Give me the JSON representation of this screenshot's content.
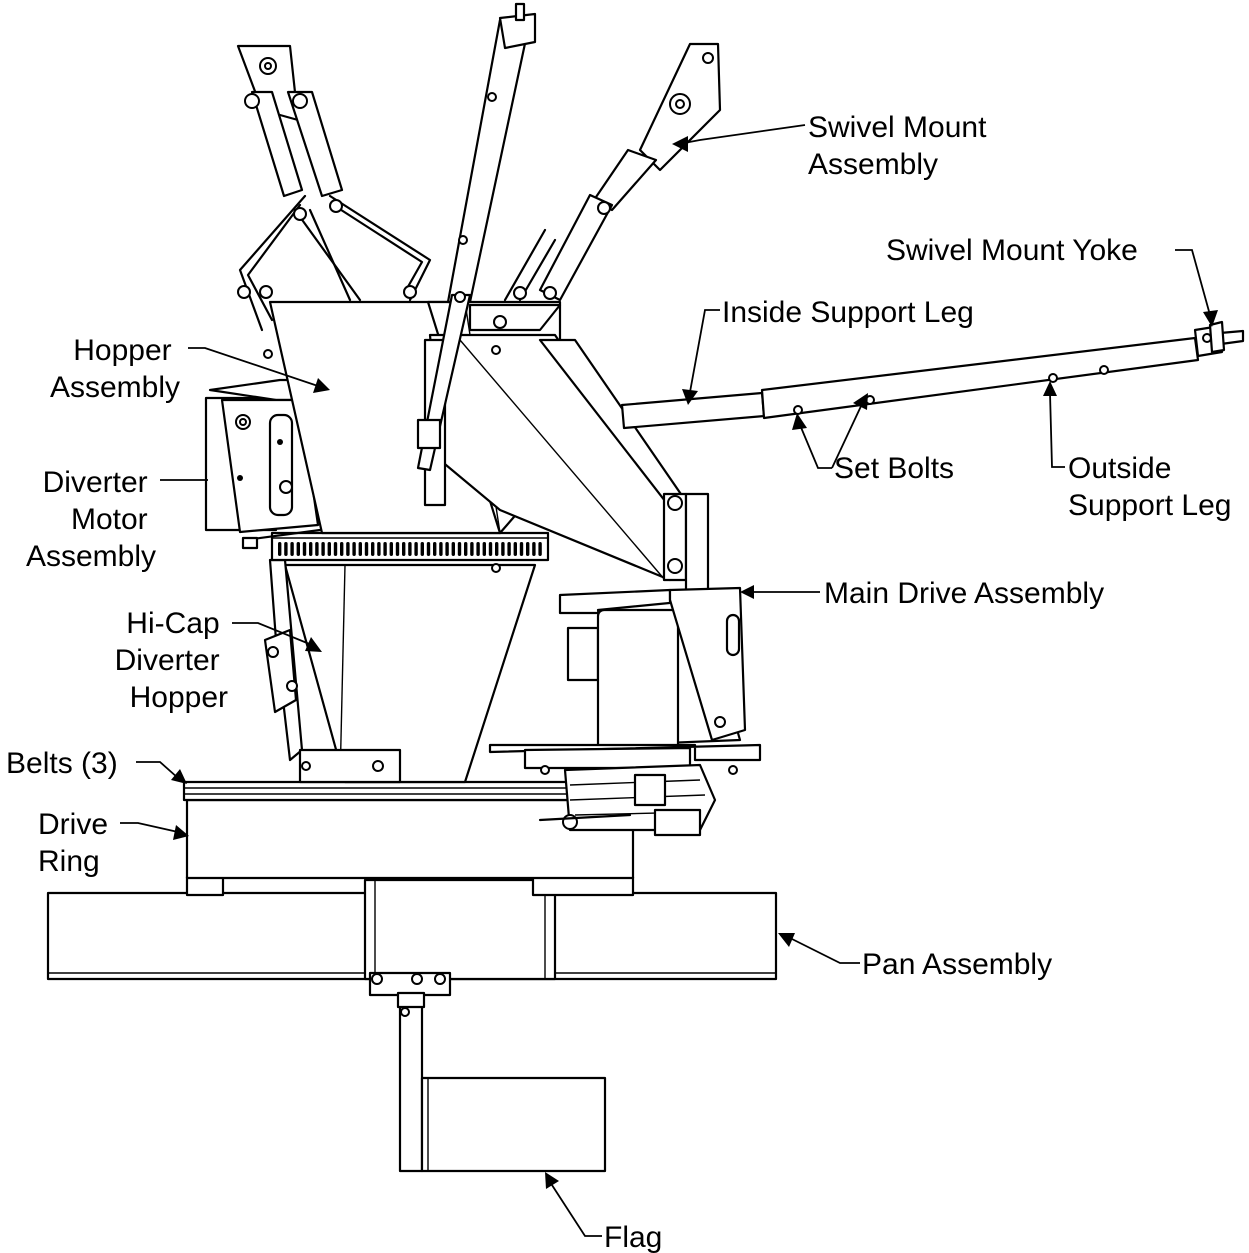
{
  "labels": {
    "swivel_mount_assembly": [
      "Swivel Mount",
      "Assembly"
    ],
    "swivel_mount_yoke": [
      "Swivel Mount Yoke"
    ],
    "inside_support_leg": [
      "Inside Support Leg"
    ],
    "hopper_assembly": [
      "Hopper",
      "Assembly"
    ],
    "diverter_motor_assembly": [
      "Diverter",
      "Motor",
      "Assembly"
    ],
    "set_bolts": [
      "Set Bolts"
    ],
    "outside_support_leg": [
      "Outside",
      "Support Leg"
    ],
    "main_drive_assembly": [
      "Main Drive Assembly"
    ],
    "hi_cap_diverter_hopper": [
      "Hi-Cap",
      "Diverter",
      "Hopper"
    ],
    "belts": [
      "Belts (3)"
    ],
    "drive_ring": [
      "Drive",
      "Ring"
    ],
    "pan_assembly": [
      "Pan Assembly"
    ],
    "flag": [
      "Flag"
    ]
  }
}
